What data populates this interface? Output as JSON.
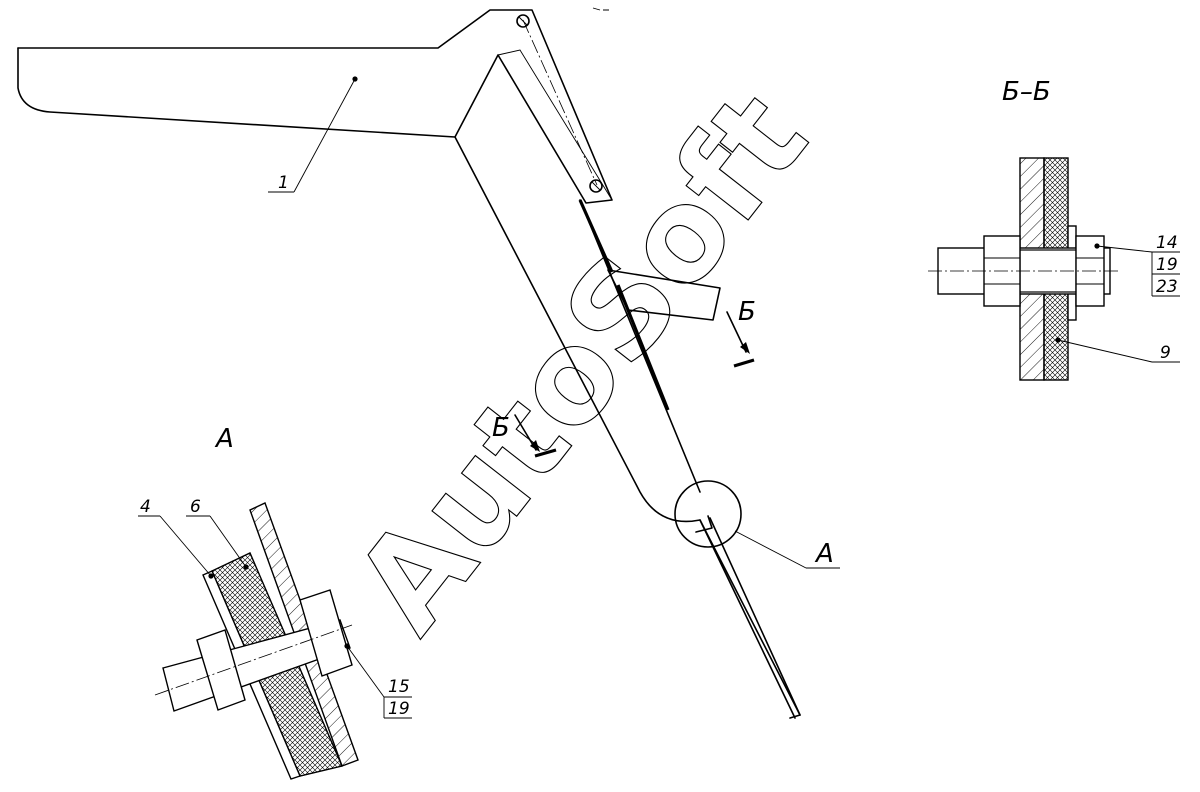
{
  "watermark": {
    "text": "AutoSoft"
  },
  "main_view": {
    "callout_1": "1",
    "section_arrow_upper": "Б",
    "section_arrow_lower": "Б",
    "detail_callout": "А"
  },
  "detail_A": {
    "title": "А",
    "callouts": {
      "c4": "4",
      "c6": "6",
      "c15": "15",
      "c19": "19"
    }
  },
  "section_BB": {
    "title": "Б–Б",
    "callouts": {
      "c14": "14",
      "c19": "19",
      "c23": "23",
      "c9": "9"
    }
  }
}
